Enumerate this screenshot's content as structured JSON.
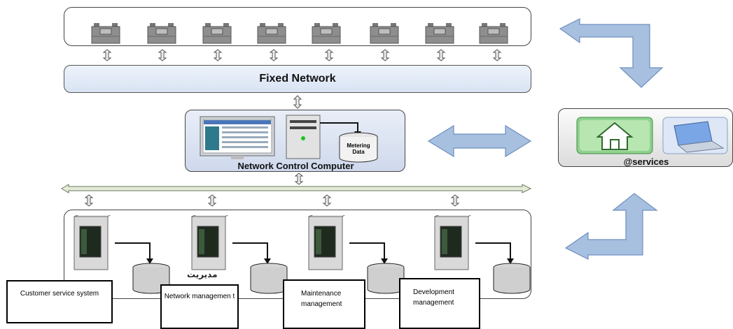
{
  "network": {
    "fixed_network_label": "Fixed Network",
    "ncc_label": "Network Control Computer",
    "metering_data_label_line1": "Metering",
    "metering_data_label_line2": "Data",
    "services_label": "@services"
  },
  "departments": [
    {
      "label": "Customer service system",
      "arabic": ""
    },
    {
      "label": "Network managemen t",
      "arabic": "مديريت"
    },
    {
      "label": "Maintenance management",
      "arabic": ""
    },
    {
      "label": "Development management",
      "arabic": ""
    }
  ],
  "colors": {
    "arrow_fill": "#a7c0e0",
    "arrow_stroke": "#6f8fbf",
    "meter_body": "#8e8e8e",
    "panel_bg": "#dfe7f5"
  },
  "icons": [
    "gas-meter-icon",
    "double-arrow-icon",
    "monitor-icon",
    "server-tower-icon",
    "database-icon",
    "house-icon",
    "laptop-icon",
    "bus-arrow-icon"
  ]
}
